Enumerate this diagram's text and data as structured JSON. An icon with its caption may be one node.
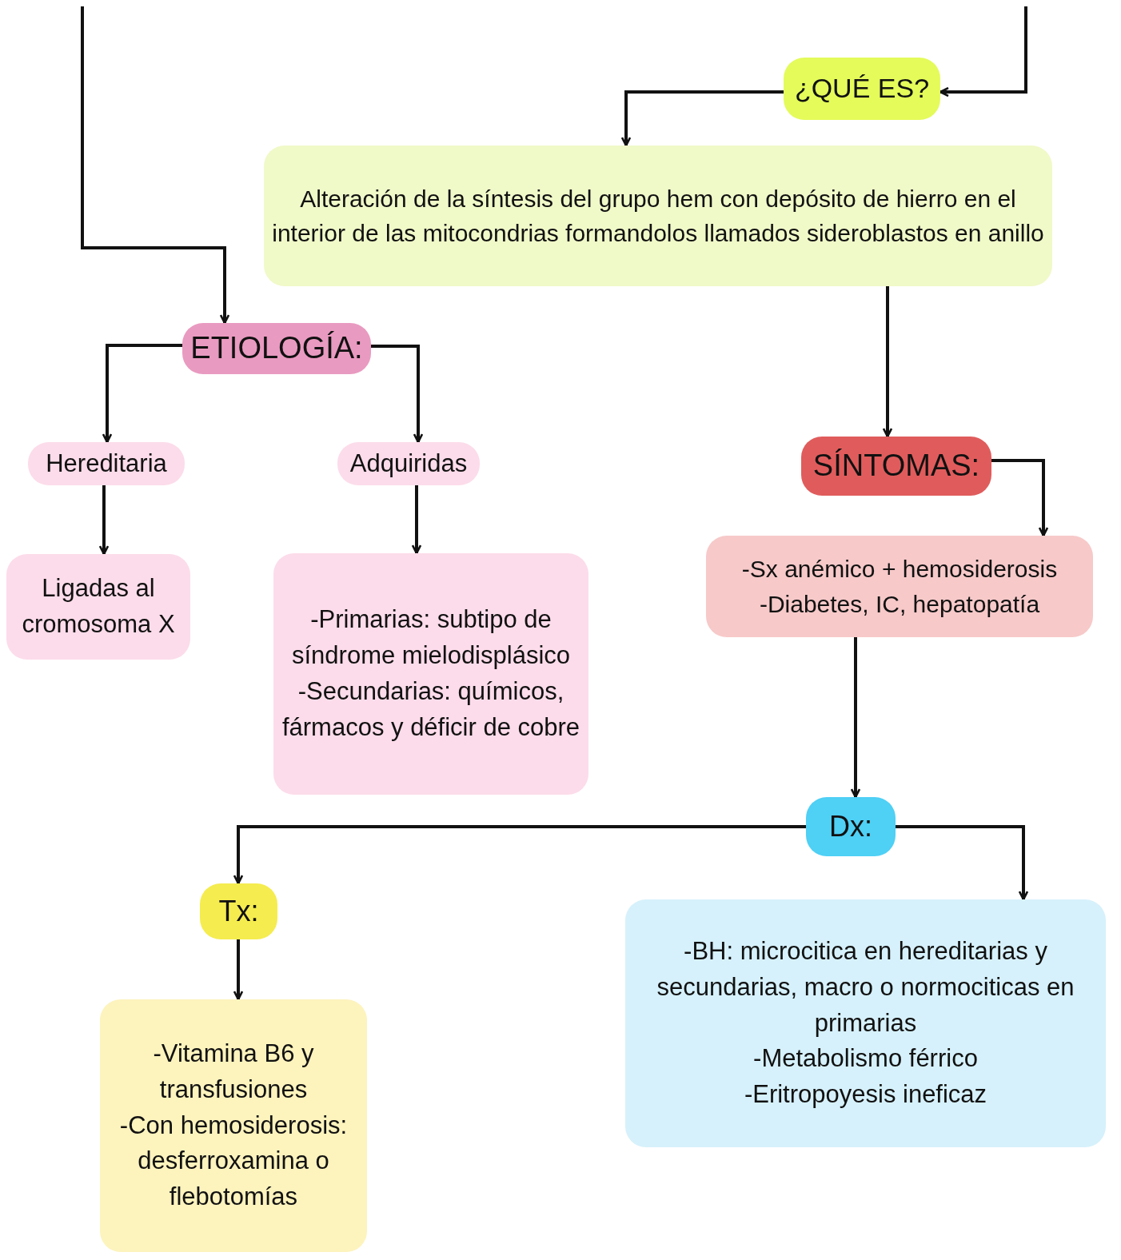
{
  "diagram": {
    "nodes": [
      {
        "text": [
          "¿QUÉ ES?"
        ]
      },
      {
        "text": [
          "Alteración de la síntesis del grupo hem con depósito de hierro en el interior de las mitocondrias formandolos llamados sideroblastos en anillo"
        ]
      },
      {
        "text": [
          "ETIOLOGÍA:"
        ]
      },
      {
        "text": [
          "Hereditaria"
        ]
      },
      {
        "text": [
          "Adquiridas"
        ]
      },
      {
        "text": [
          "Ligadas al cromosoma X"
        ]
      },
      {
        "text": [
          "-Primarias: subtipo de síndrome mielodisplásico",
          "-Secundarias: químicos, fármacos y déficir de cobre"
        ]
      },
      {
        "text": [
          "SÍNTOMAS:"
        ]
      },
      {
        "text": [
          "-Sx anémico + hemosiderosis",
          "-Diabetes, IC, hepatopatía"
        ]
      },
      {
        "text": [
          "Dx:"
        ]
      },
      {
        "text": [
          "Tx:"
        ]
      },
      {
        "text": [
          "-Vitamina B6 y transfusiones",
          "-Con hemosiderosis: desferroxamina o flebotomías"
        ]
      },
      {
        "text": [
          "-BH: microcitica en hereditarias y secundarias, macro o normociticas en primarias",
          "-Metabolismo férrico",
          "-Eritropoyesis ineficaz"
        ]
      }
    ],
    "edges": [
      {
        "from": null,
        "to": 2,
        "arrow": "to"
      },
      {
        "from": null,
        "to": 0,
        "arrow": "to"
      },
      {
        "from": 0,
        "to": 1,
        "arrow": "to"
      },
      {
        "from": 1,
        "to": 7,
        "arrow": "to"
      },
      {
        "from": 2,
        "to": 3,
        "arrow": "to"
      },
      {
        "from": 2,
        "to": 4,
        "arrow": "to"
      },
      {
        "from": 3,
        "to": 5,
        "arrow": "to"
      },
      {
        "from": 4,
        "to": 6,
        "arrow": "to"
      },
      {
        "from": 7,
        "to": 8,
        "arrow": "to"
      },
      {
        "from": 8,
        "to": 9,
        "arrow": "to"
      },
      {
        "from": 9,
        "to": 10,
        "arrow": "to"
      },
      {
        "from": 9,
        "to": 12,
        "arrow": "to"
      },
      {
        "from": 10,
        "to": 11,
        "arrow": "to"
      }
    ]
  }
}
